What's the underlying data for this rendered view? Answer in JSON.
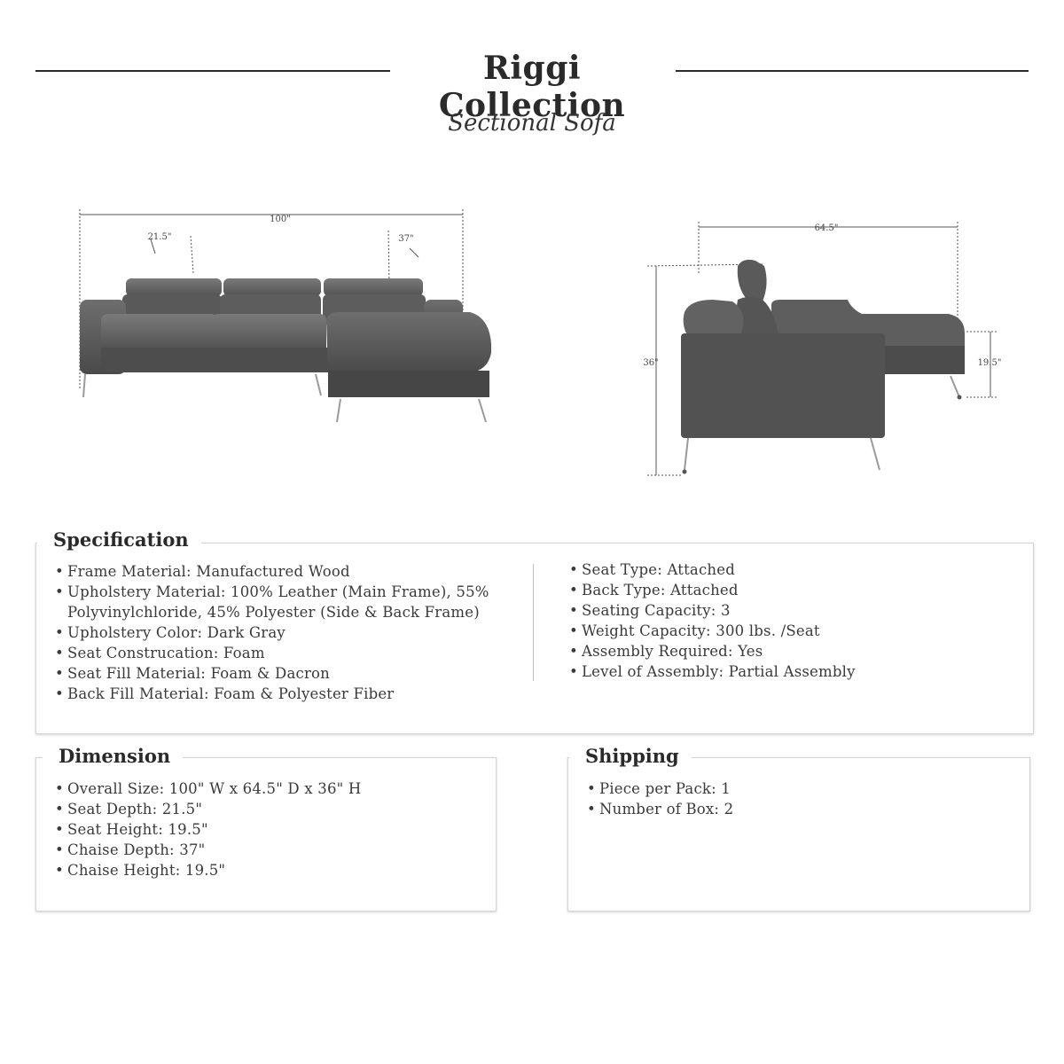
{
  "header": {
    "title": "Riggi Collection",
    "subtitle": "Sectional Sofa"
  },
  "diagram_front": {
    "width_label": "100\"",
    "seat_depth_label": "21.5\"",
    "chaise_depth_label": "37\""
  },
  "diagram_side": {
    "depth_label": "64.5\"",
    "height_label": "36\"",
    "seat_height_label": "19.5\""
  },
  "specification": {
    "heading": "Specification",
    "left_items": [
      "Frame Material: Manufactured Wood",
      "Upholstery Material: 100% Leather (Main Frame), 55% Polyvinylchloride, 45% Polyester (Side & Back Frame)",
      "Upholstery Color: Dark Gray",
      "Seat Construcation: Foam",
      "Seat Fill Material: Foam & Dacron",
      "Back Fill Material: Foam & Polyester Fiber"
    ],
    "right_items": [
      "Seat Type: Attached",
      "Back Type: Attached",
      "Seating Capacity: 3",
      "Weight Capacity: 300 lbs. /Seat",
      "Assembly Required: Yes",
      "Level of Assembly: Partial Assembly"
    ]
  },
  "dimension": {
    "heading": "Dimension",
    "items": [
      "Overall Size: 100\" W x 64.5\" D x 36\" H",
      "Seat Depth: 21.5\"",
      "Seat Height: 19.5\"",
      "Chaise Depth: 37\"",
      "Chaise Height: 19.5\""
    ]
  },
  "shipping": {
    "heading": "Shipping",
    "items": [
      "Piece per Pack: 1",
      "Number of Box: 2"
    ]
  },
  "colors": {
    "upholstery": "#5a5a5a",
    "rule": "#2a2a2a",
    "dimension_line": "#555555"
  }
}
